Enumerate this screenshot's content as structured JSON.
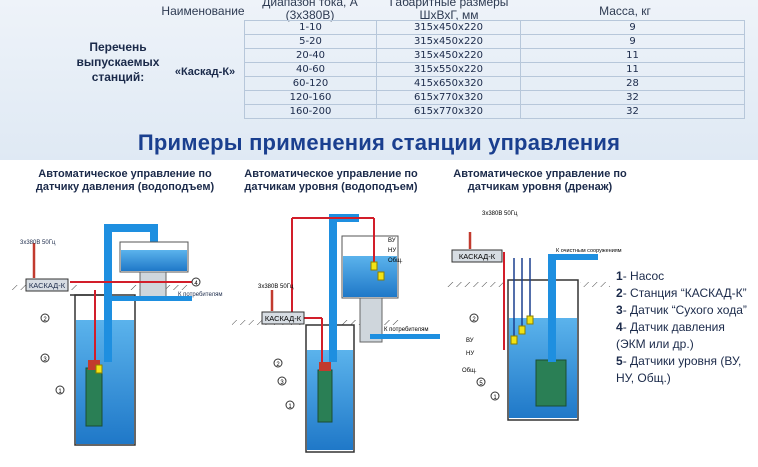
{
  "headers": {
    "name": "Наименование",
    "current": "Диапазон тока, А (3х380В)",
    "dims": "Габаритные размеры ШхВхГ, мм",
    "mass": "Масса, кг"
  },
  "left_label": "Перечень выпускаемых станций:",
  "station_name": "«Каскад-К»",
  "rows": [
    {
      "range": "1-10",
      "dims": "315х450х220",
      "mass": "9"
    },
    {
      "range": "5-20",
      "dims": "315х450х220",
      "mass": "9"
    },
    {
      "range": "20-40",
      "dims": "315х450х220",
      "mass": "11"
    },
    {
      "range": "40-60",
      "dims": "315х550х220",
      "mass": "11"
    },
    {
      "range": "60-120",
      "dims": "415х650х320",
      "mass": "28"
    },
    {
      "range": "120-160",
      "dims": "615х770х320",
      "mass": "32"
    },
    {
      "range": "160-200",
      "dims": "615х770х320",
      "mass": "32"
    }
  ],
  "title": "Примеры применения станции управления",
  "diagrams": [
    {
      "caption": "Автоматическое управление по датчику давления (водоподъем)"
    },
    {
      "caption": "Автоматическое управление по датчикам уровня (водоподъем)"
    },
    {
      "caption": "Автоматическое управление по датчикам уровня (дренаж)"
    }
  ],
  "labels": {
    "power": "3х380В 50Гц",
    "station": "КАСКАД-К",
    "consumers_1": "К потребителям",
    "consumers_2": "К потребителям",
    "drain": "К очистным сооружениям",
    "vu": "ВУ",
    "nu": "НУ",
    "common": "Общ."
  },
  "legend": [
    {
      "num": "1",
      "text": "Насос"
    },
    {
      "num": "2",
      "text": "Станция “КАСКАД-К”"
    },
    {
      "num": "3",
      "text": "Датчик “Сухого хода”"
    },
    {
      "num": "4",
      "text": "Датчик давления (ЭКМ или др.)"
    },
    {
      "num": "5",
      "text": "Датчики уровня (ВУ, НУ, Общ.)"
    }
  ],
  "colors": {
    "title": "#1a3f8f",
    "water": "#2c8fd6",
    "pipe_blue": "#1e8fe0",
    "pipe_red": "#d21e2a",
    "pump_green": "#2a7f55",
    "sensor_yellow": "#f2e315"
  }
}
